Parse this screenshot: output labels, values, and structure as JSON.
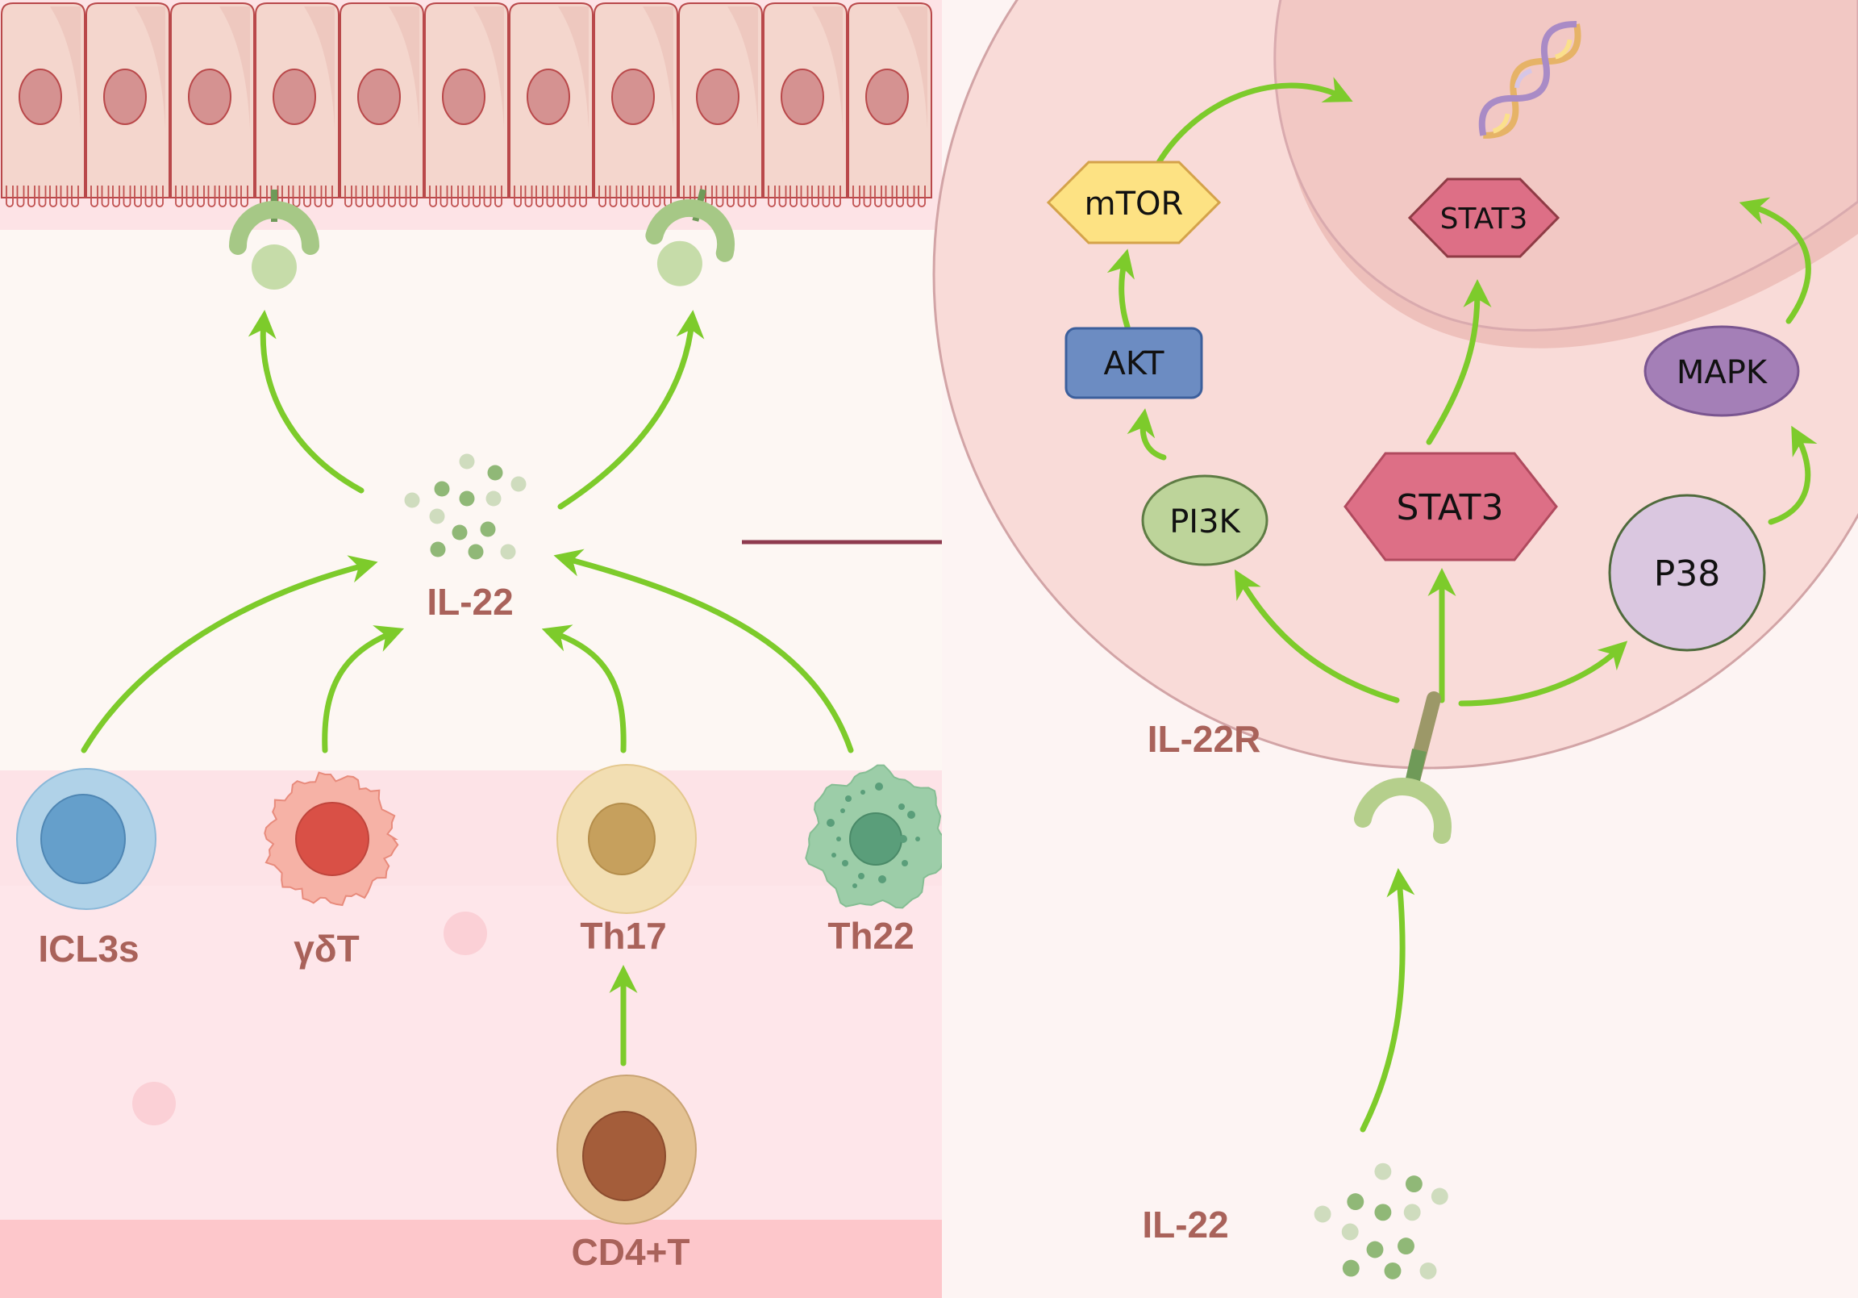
{
  "colors": {
    "arrow": "#7dcb2b",
    "label": "#a9625a",
    "link_arrow": "#8e3a4e",
    "mtor": "#fde283",
    "stat3": "#dd6f86",
    "akt": "#6c8cc2",
    "mapk": "#a47fb7",
    "pi3k": "#bdd49a",
    "p38": "#dac7e0"
  },
  "left_panel": {
    "epithelium": {
      "cell_count": 11
    },
    "cytokine_label": "IL-22",
    "source_cells": [
      {
        "id": "ilc3s",
        "label": "ICL3s"
      },
      {
        "id": "gdt",
        "label": "γδT"
      },
      {
        "id": "th17",
        "label": "Th17"
      },
      {
        "id": "th22",
        "label": "Th22"
      }
    ],
    "precursor_cell": {
      "id": "cd4t",
      "label": "CD4+T"
    }
  },
  "right_panel": {
    "receptor_label": "IL-22R",
    "ligand_label": "IL-22",
    "nodes": {
      "mtor": "mTOR",
      "akt": "AKT",
      "pi3k": "PI3K",
      "stat3_cyto": "STAT3",
      "stat3_nuc": "STAT3",
      "p38": "P38",
      "mapk": "MAPK"
    }
  }
}
